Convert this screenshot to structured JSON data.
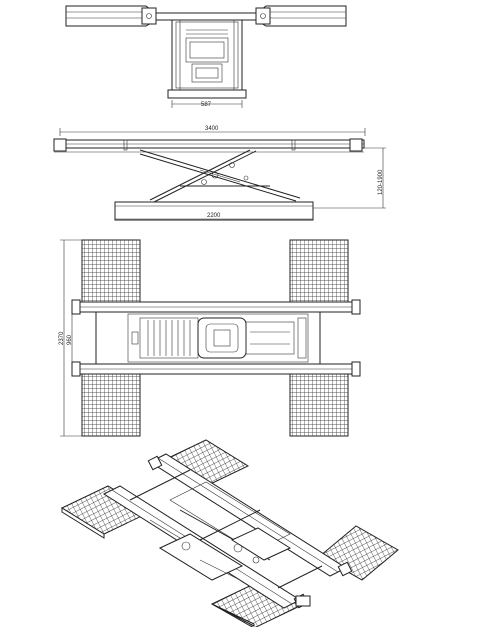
{
  "dimensions": {
    "front_width": "587",
    "overall_length": "3400",
    "base_length": "2200",
    "height_range": "120-1900",
    "overall_width": "2370",
    "inner_width": "960"
  }
}
